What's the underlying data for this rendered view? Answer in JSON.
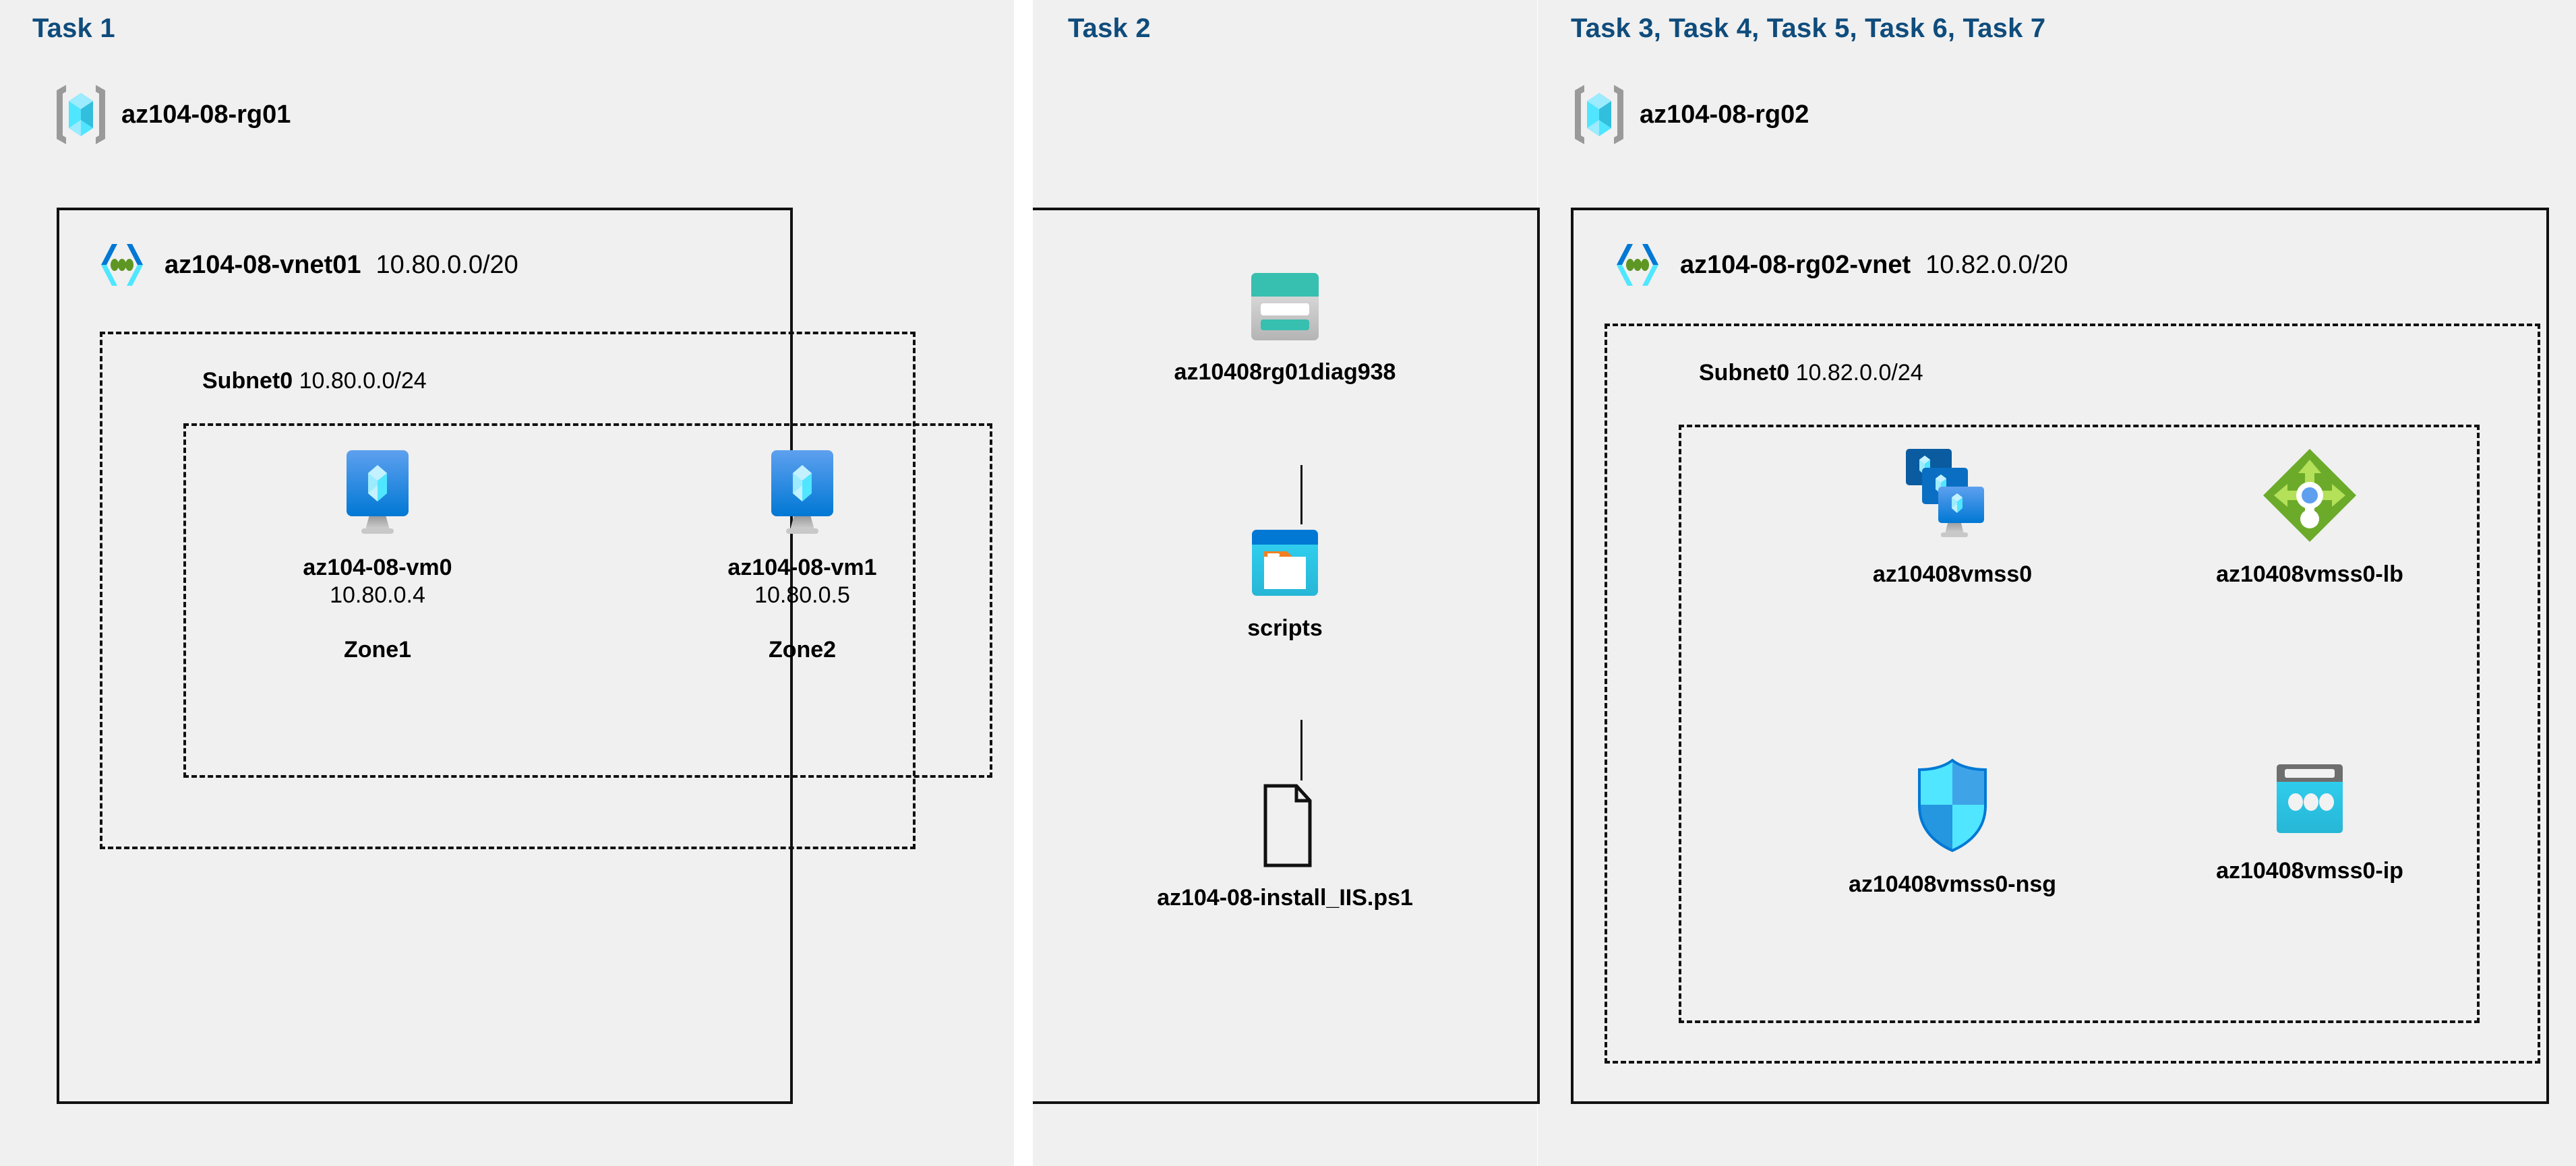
{
  "columns": [
    {
      "task_label": "Task 1"
    },
    {
      "task_label": "Task 2"
    },
    {
      "task_label": "Task 3, Task 4, Task 5, Task 6, Task 7"
    }
  ],
  "colors": {
    "task_label": "#0f4c7c",
    "panel_bg": "#f0f0f0",
    "page_bg": "#ffffff",
    "border": "#111111",
    "vm_blue": "#1b8bdc",
    "storage_teal": "#37bfb0",
    "blob_blue": "#0b77c4",
    "blob_cyan": "#2fc0e8",
    "blob_orange": "#f18022",
    "lb_green": "#6cab2a",
    "nsg_cyan": "#32d4f5",
    "ip_gray": "#6e6e6e",
    "rg_bracket_gray": "#9a9a9a",
    "vnet_blue": "#1b8bdc",
    "vnet_green": "#56a128"
  },
  "task1": {
    "resource_group": {
      "name": "az104-08-rg01",
      "icon": "resource-group-icon"
    },
    "vnet": {
      "name": "az104-08-vnet01",
      "cidr": "10.80.0.0/20",
      "icon": "virtual-network-icon"
    },
    "subnet": {
      "name": "Subnet0",
      "cidr": "10.80.0.0/24"
    },
    "vms": [
      {
        "name": "az104-08-vm0",
        "ip": "10.80.0.4",
        "zone": "Zone1",
        "icon": "virtual-machine-icon"
      },
      {
        "name": "az104-08-vm1",
        "ip": "10.80.0.5",
        "zone": "Zone2",
        "icon": "virtual-machine-icon"
      }
    ]
  },
  "task2": {
    "nodes": [
      {
        "name": "az10408rg01diag938",
        "icon": "storage-account-icon"
      },
      {
        "name": "scripts",
        "icon": "blob-container-icon"
      },
      {
        "name": "az104-08-install_IIS.ps1",
        "icon": "file-icon"
      }
    ]
  },
  "task3": {
    "resource_group": {
      "name": "az104-08-rg02",
      "icon": "resource-group-icon"
    },
    "vnet": {
      "name": "az104-08-rg02-vnet",
      "cidr": "10.82.0.0/20",
      "icon": "virtual-network-icon"
    },
    "subnet": {
      "name": "Subnet0",
      "cidr": "10.82.0.0/24"
    },
    "nodes": [
      {
        "name": "az10408vmss0",
        "icon": "vm-scale-set-icon"
      },
      {
        "name": "az10408vmss0-lb",
        "icon": "load-balancer-icon"
      },
      {
        "name": "az10408vmss0-nsg",
        "icon": "network-security-group-icon"
      },
      {
        "name": "az10408vmss0-ip",
        "icon": "public-ip-address-icon"
      }
    ]
  }
}
